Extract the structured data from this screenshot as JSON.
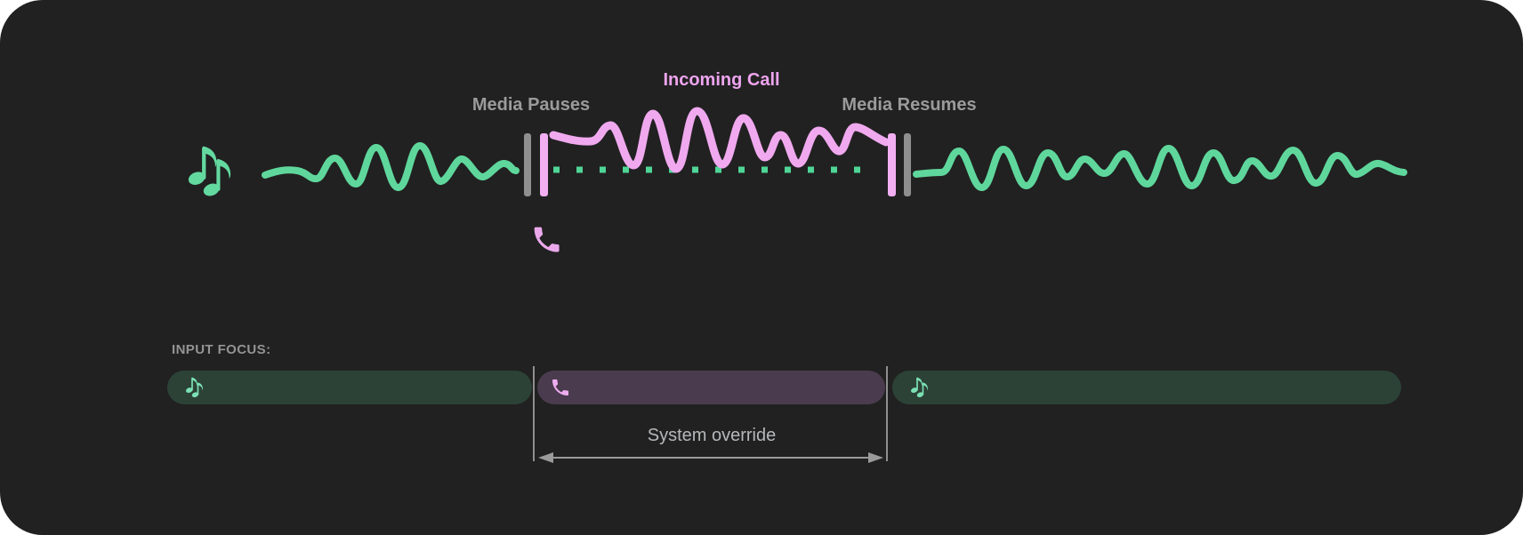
{
  "panel": {
    "bg": "#212121"
  },
  "timeline": {
    "media_pauses_label": "Media Pauses",
    "incoming_call_label": "Incoming Call",
    "media_resumes_label": "Media Resumes",
    "colors": {
      "media_wave": "#5fd79c",
      "media_notes_icon": "#63d9a0",
      "call_wave": "#f0a9ef",
      "call_label": "#eda4ee",
      "paused_media_dots": "#4fd596",
      "barrier_gray": "#8f8f8f",
      "barrier_pink": "#f2aff2",
      "label_gray": "#9b9b9b",
      "phone_icon": "#eba9ec"
    }
  },
  "input_focus": {
    "label": "INPUT FOCUS:",
    "override_label": "System override",
    "segments": [
      {
        "name": "media-before-call",
        "icon": "music-notes-icon",
        "bg": "#2c4237",
        "icon_color": "#7be0b4"
      },
      {
        "name": "incoming-call",
        "icon": "phone-icon",
        "bg": "#4a3c4e",
        "icon_color": "#efadf0"
      },
      {
        "name": "media-after-call",
        "icon": "music-notes-icon",
        "bg": "#2c4237",
        "icon_color": "#7be0b4"
      }
    ]
  }
}
